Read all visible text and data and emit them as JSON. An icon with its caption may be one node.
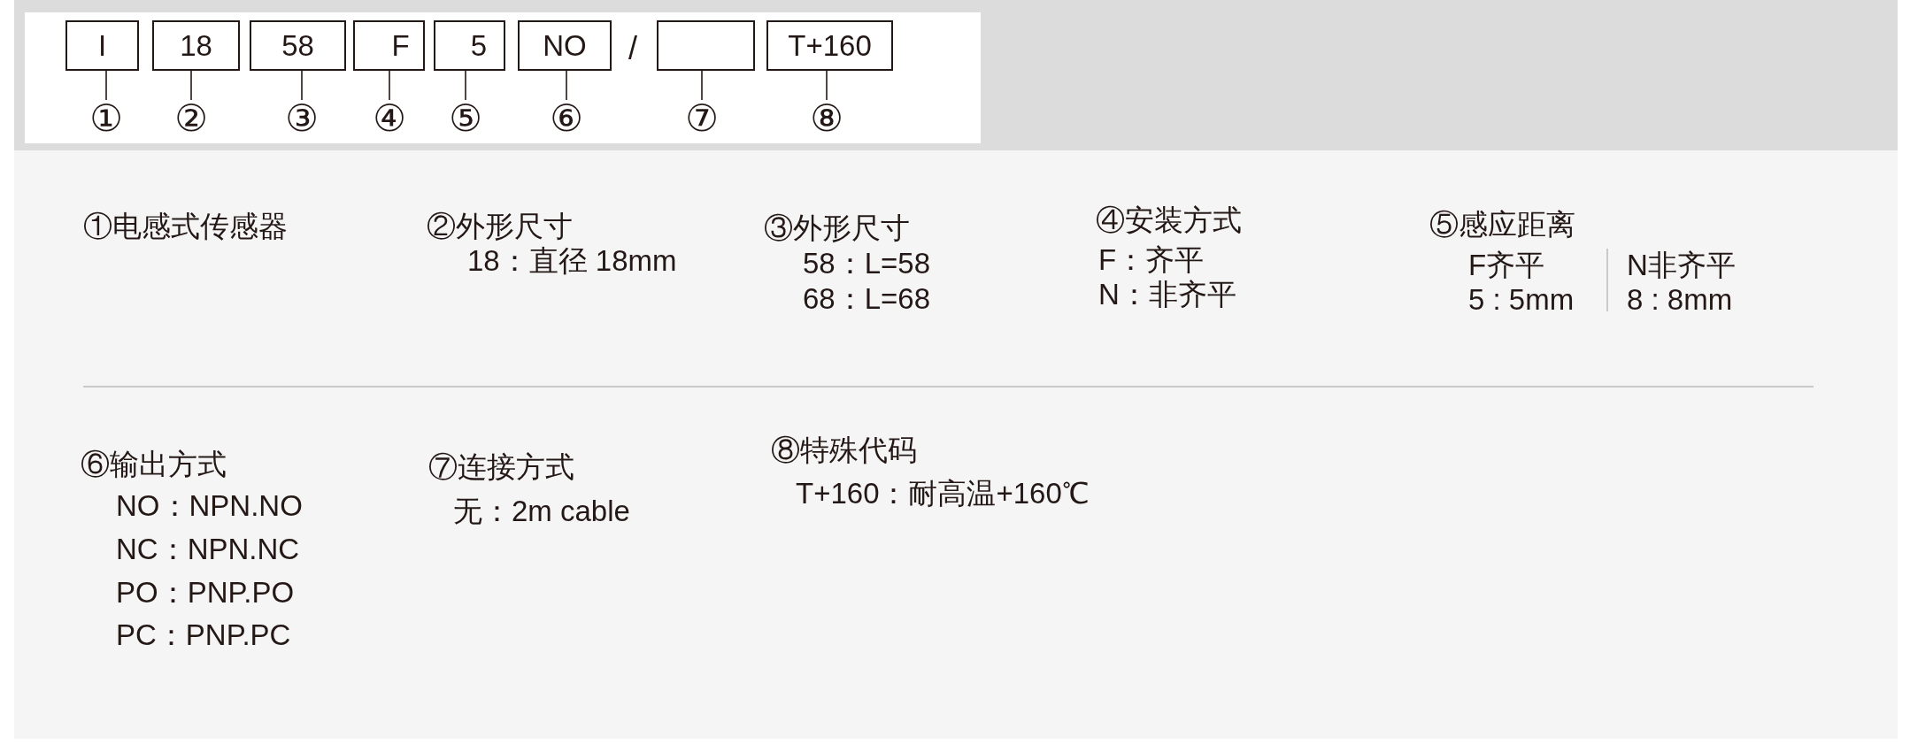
{
  "diagram": {
    "nodes": [
      {
        "text": [
          "I"
        ]
      },
      {
        "text": [
          "18"
        ]
      },
      {
        "text": [
          "58"
        ]
      },
      {
        "text": [
          "F"
        ]
      },
      {
        "text": [
          "5"
        ]
      },
      {
        "text": [
          "NO"
        ]
      },
      {
        "text": [],
        "shape": "box"
      },
      {
        "text": [
          "T+160"
        ]
      },
      {
        "text": [
          "①"
        ]
      },
      {
        "text": [
          "②"
        ]
      },
      {
        "text": [
          "③"
        ]
      },
      {
        "text": [
          "④"
        ]
      },
      {
        "text": [
          "⑤"
        ]
      },
      {
        "text": [
          "⑥"
        ]
      },
      {
        "text": [
          "⑦"
        ]
      },
      {
        "text": [
          "⑧"
        ]
      }
    ],
    "edges": [
      {
        "from": 8,
        "to": 0,
        "arrow": "none"
      },
      {
        "from": 9,
        "to": 1,
        "arrow": "none"
      },
      {
        "from": 10,
        "to": 2,
        "arrow": "none"
      },
      {
        "from": 11,
        "to": 3,
        "arrow": "none"
      },
      {
        "from": 12,
        "to": 4,
        "arrow": "none"
      },
      {
        "from": 13,
        "to": 5,
        "arrow": "none"
      },
      {
        "from": 14,
        "to": 6,
        "arrow": "none"
      },
      {
        "from": 15,
        "to": 7,
        "arrow": "none"
      }
    ],
    "labels": [
      "/",
      "①电感式传感器",
      "②外形尺寸",
      "18：直径 18mm",
      "③外形尺寸",
      "58：L=58",
      "68：L=68",
      "④安装方式",
      "F：齐平",
      "N：非齐平",
      "⑤感应距离",
      "F齐平",
      "N非齐平",
      "5 : 5mm",
      "8 : 8mm",
      "⑥输出方式",
      "NO：NPN.NO",
      "NC：NPN.NC",
      "PO：PNP.PO",
      "PC：PNP.PC",
      "⑦连接方式",
      "无：2m cable",
      "⑧特殊代码",
      "T+160：耐高温+160℃"
    ]
  }
}
